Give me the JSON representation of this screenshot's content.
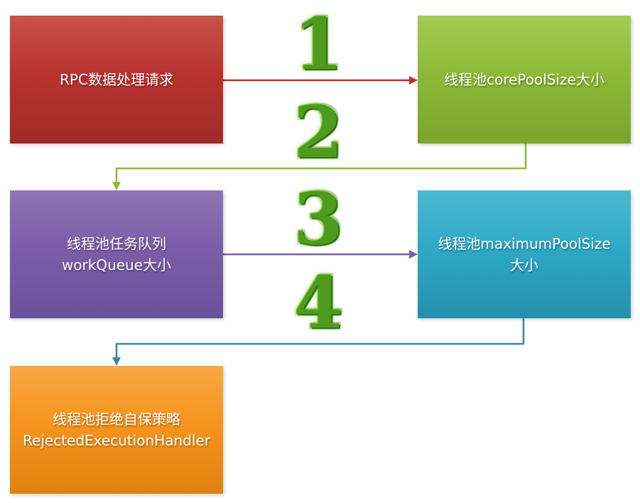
{
  "boxes": [
    {
      "name": "rpc-request",
      "color": "#b93330",
      "lines": [
        "RPC数据处理请求"
      ]
    },
    {
      "name": "core-pool-size",
      "color": "#8cba38",
      "lines": [
        "线程池corePoolSize大小"
      ]
    },
    {
      "name": "work-queue",
      "color": "#7c5ea8",
      "lines": [
        "线程池任务队列",
        "workQueue大小"
      ]
    },
    {
      "name": "maximum-pool-size",
      "color": "#2fa9c6",
      "lines": [
        "线程池maximumPoolSize",
        "大小"
      ]
    },
    {
      "name": "rejected-handler",
      "color": "#f6941e",
      "lines": [
        "线程池拒绝自保策略",
        "RejectedExecutionHandler"
      ]
    }
  ],
  "step_numbers": [
    {
      "label": "1",
      "color": "#4d9c1e"
    },
    {
      "label": "2",
      "color": "#4d9c1e"
    },
    {
      "label": "3",
      "color": "#4d9c1e"
    },
    {
      "label": "4",
      "color": "#4d9c1e"
    }
  ],
  "arrows": [
    {
      "name": "arrow-rpc-to-corepool",
      "color": "#b93330"
    },
    {
      "name": "arrow-corepool-to-workqueue",
      "color": "#8cba38"
    },
    {
      "name": "arrow-workqueue-to-maxpool",
      "color": "#7c5ea8"
    },
    {
      "name": "arrow-maxpool-to-handler",
      "color": "#3a87ad"
    }
  ]
}
